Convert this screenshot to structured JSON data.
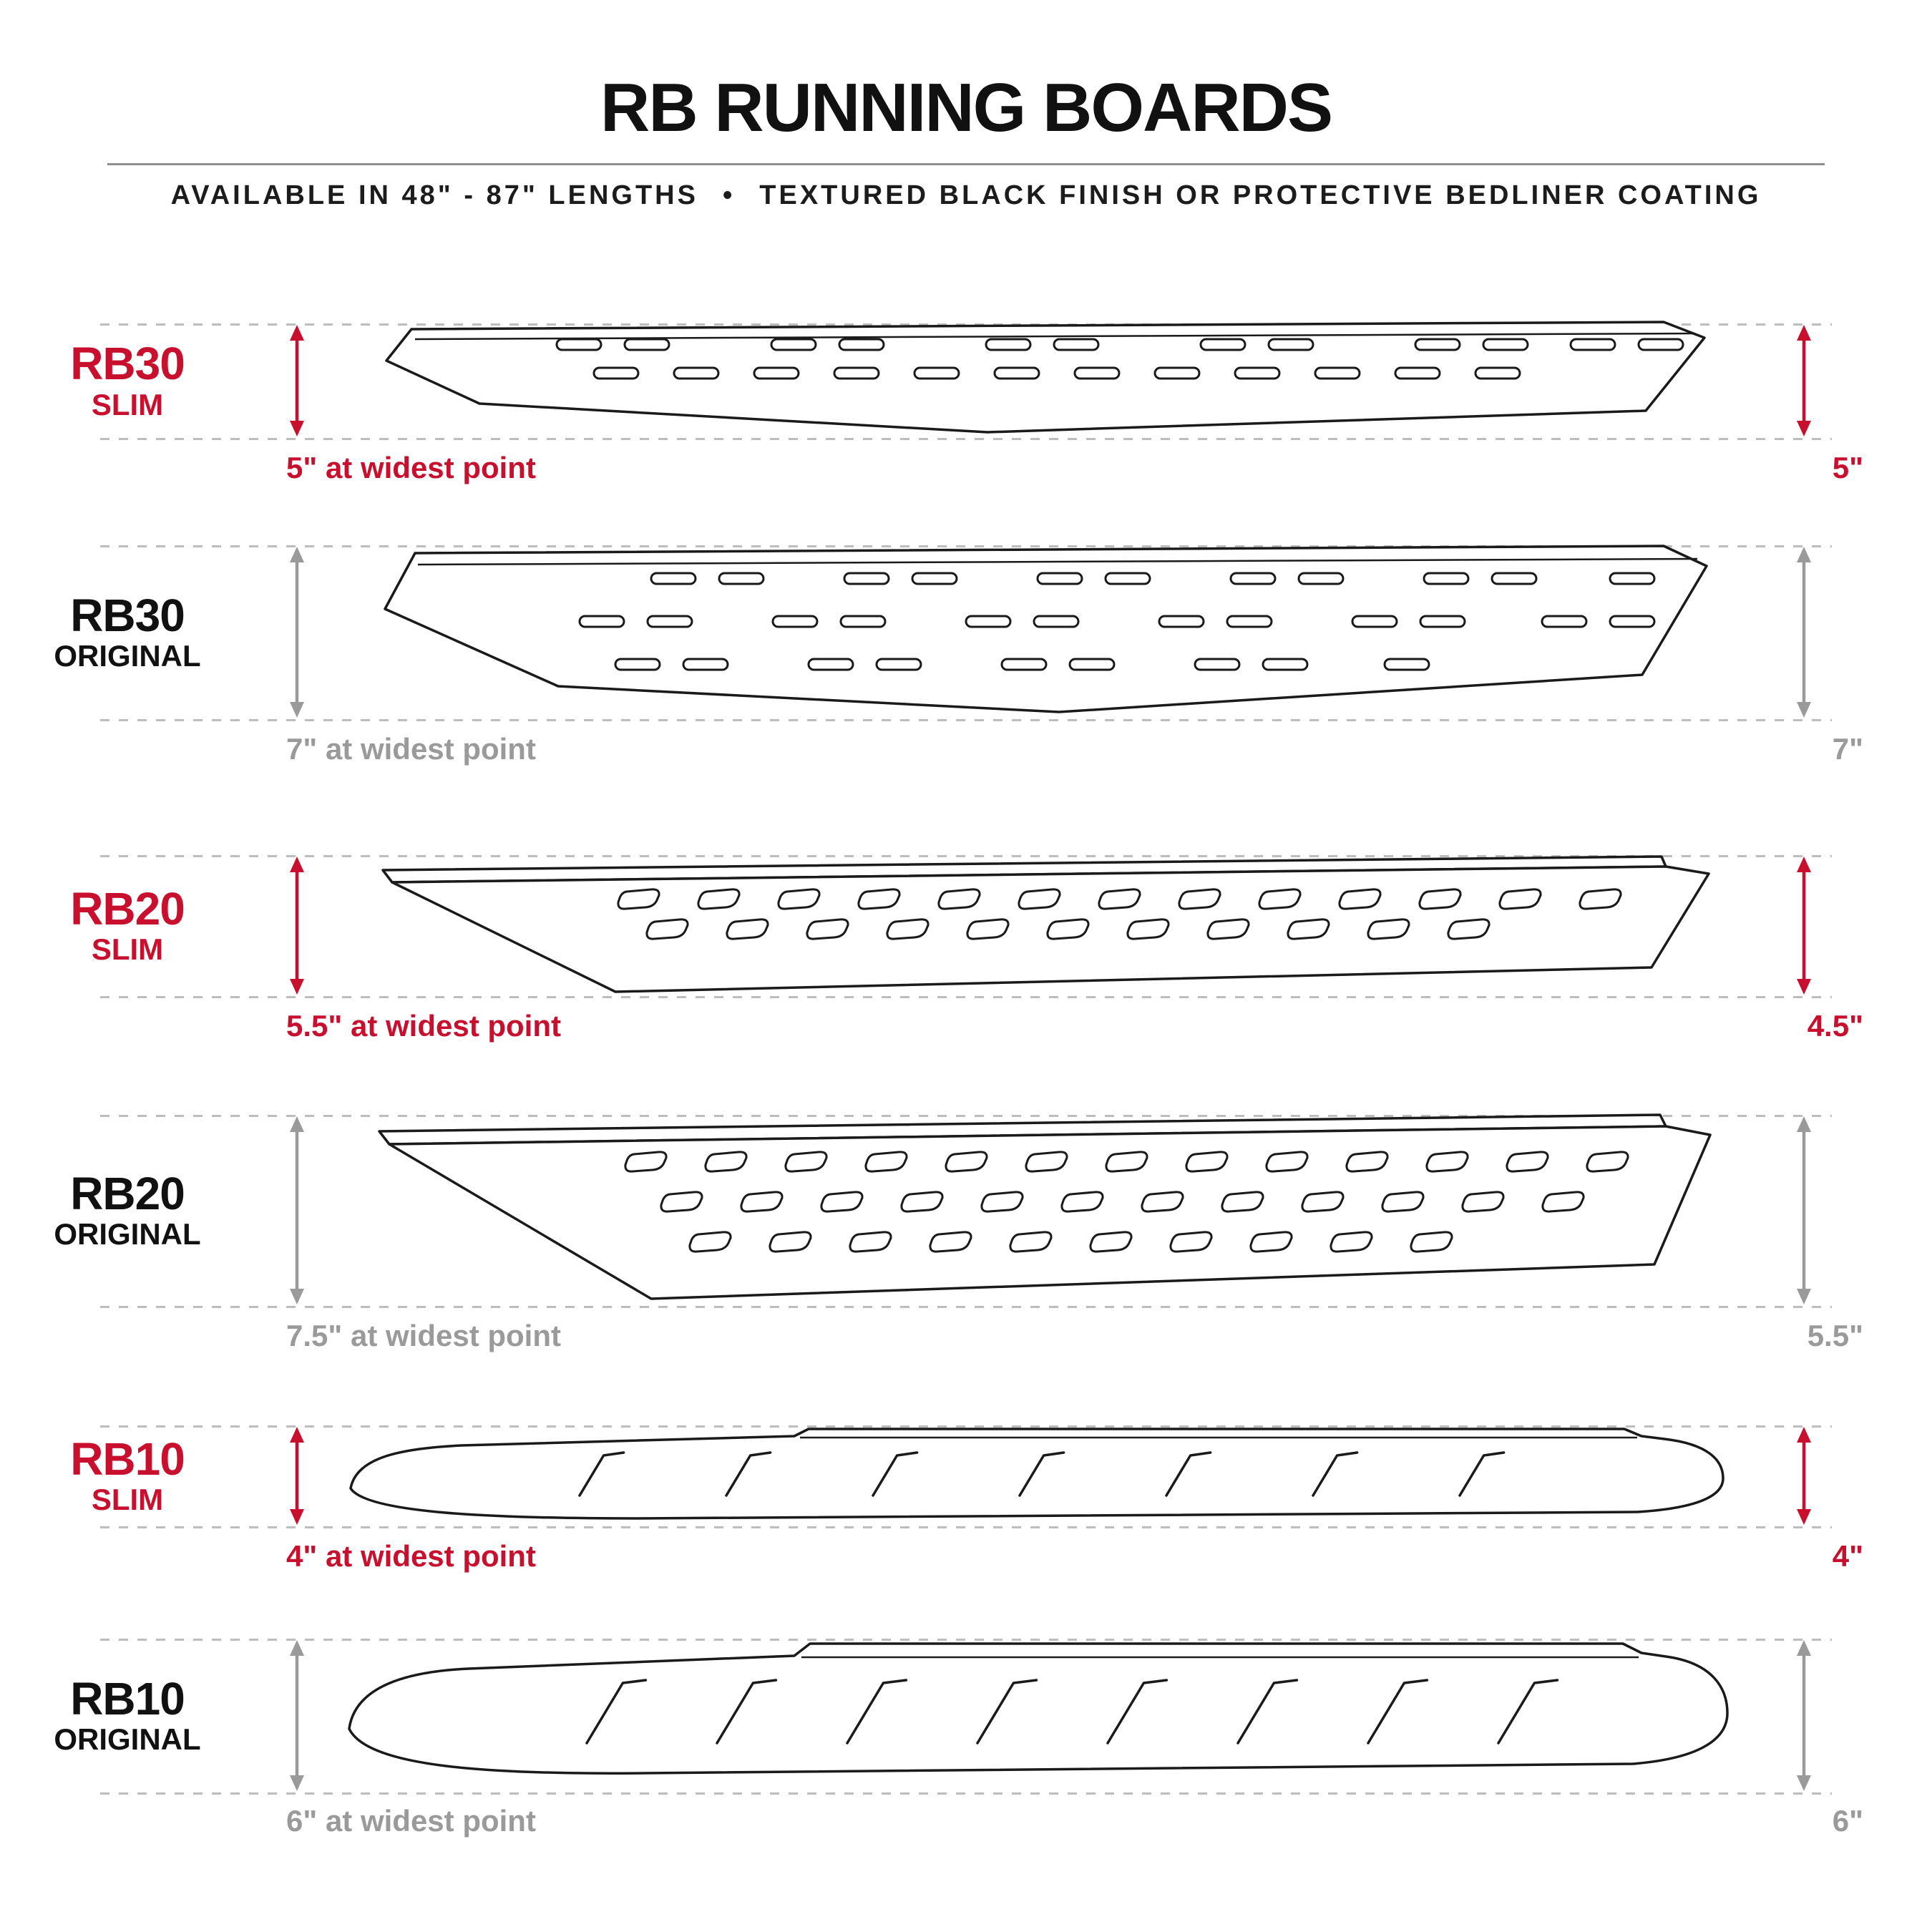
{
  "header": {
    "title": "RB RUNNING BOARDS",
    "subtitle_left": "AVAILABLE IN 48\" - 87\" LENGTHS",
    "subtitle_bullet": "•",
    "subtitle_right": "TEXTURED BLACK FINISH OR PROTECTIVE BEDLINER COATING"
  },
  "colors": {
    "accent_red": "#c8102e",
    "dim_gray": "#9a9a9a",
    "dash_gray": "#bdbdbd",
    "ink": "#1a1a1a"
  },
  "rows": [
    {
      "model": "RB30",
      "variant": "SLIM",
      "width_note": "5\" at widest point",
      "height_dim": "5\"",
      "accent": "red"
    },
    {
      "model": "RB30",
      "variant": "ORIGINAL",
      "width_note": "7\" at widest point",
      "height_dim": "7\"",
      "accent": "gray"
    },
    {
      "model": "RB20",
      "variant": "SLIM",
      "width_note": "5.5\" at widest point",
      "height_dim": "4.5\"",
      "accent": "red"
    },
    {
      "model": "RB20",
      "variant": "ORIGINAL",
      "width_note": "7.5\" at widest point",
      "height_dim": "5.5\"",
      "accent": "gray"
    },
    {
      "model": "RB10",
      "variant": "SLIM",
      "width_note": "4\" at widest point",
      "height_dim": "4\"",
      "accent": "red"
    },
    {
      "model": "RB10",
      "variant": "ORIGINAL",
      "width_note": "6\" at widest point",
      "height_dim": "6\"",
      "accent": "gray"
    }
  ]
}
